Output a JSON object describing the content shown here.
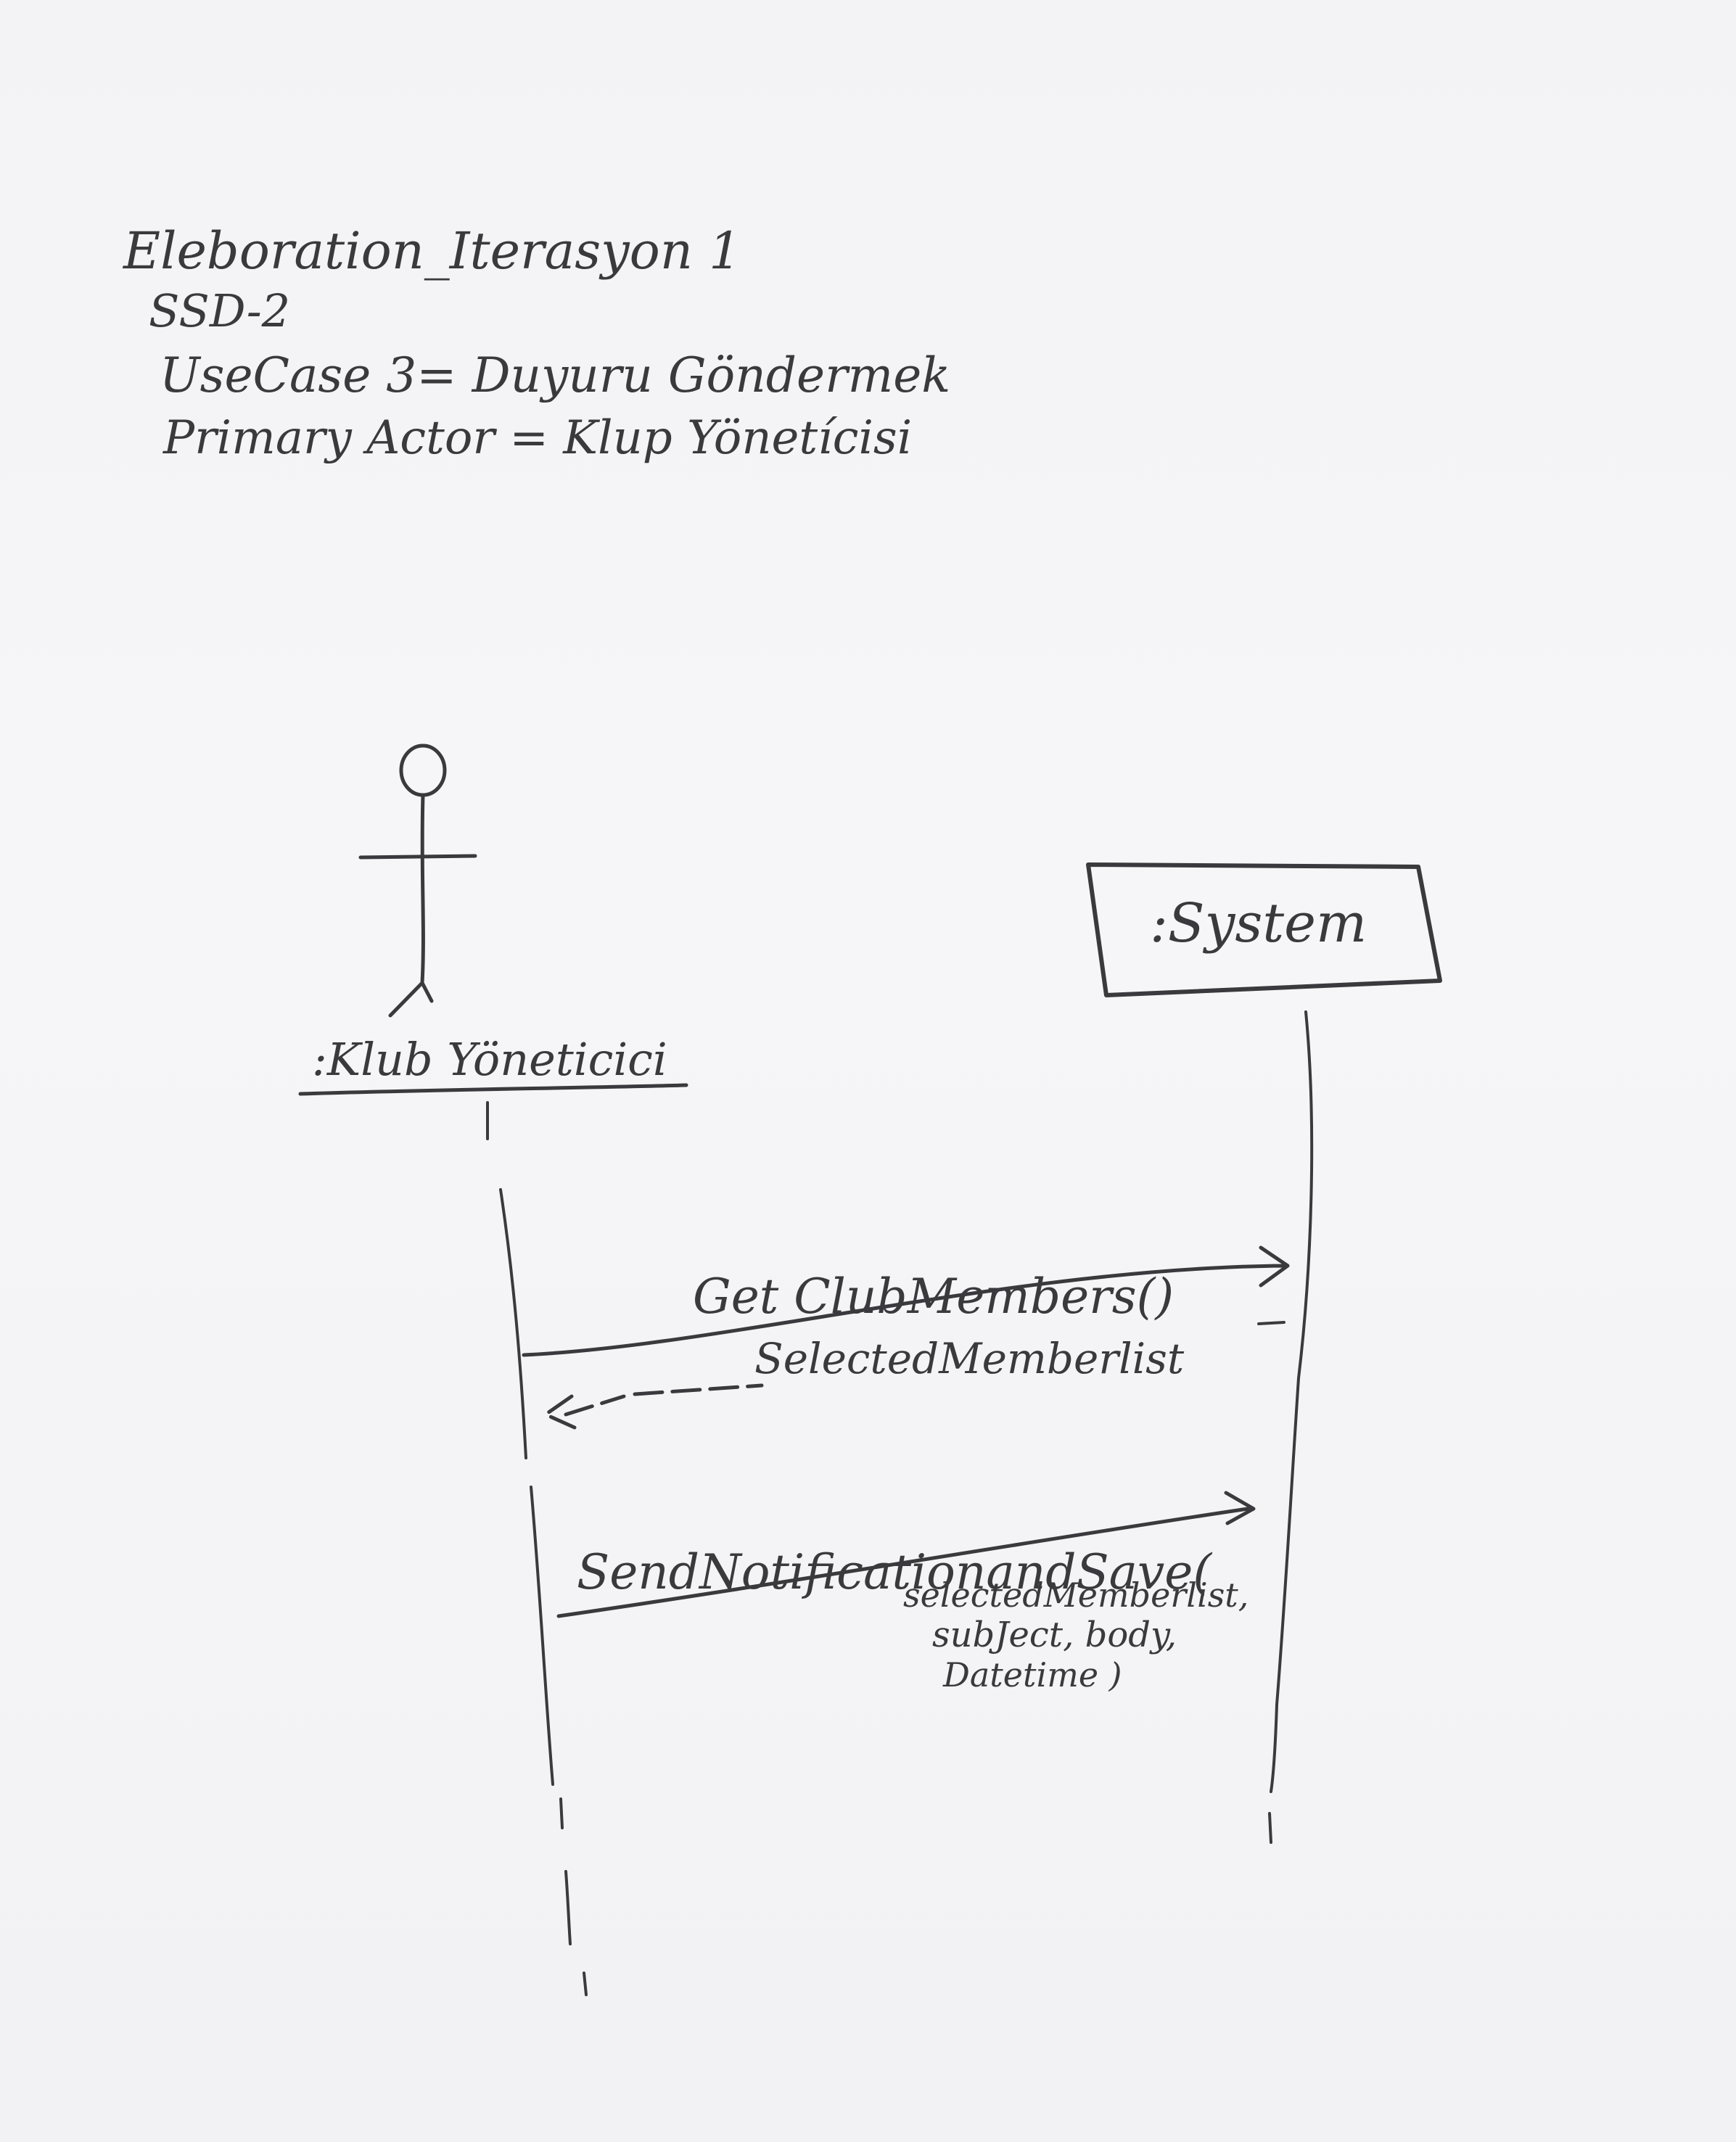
{
  "header": {
    "line1": "Eleboration_Iterasyon 1",
    "line2": "SSD-2",
    "line3": "UseCase 3= Duyuru Göndermek",
    "line4": "Primary Actor = Klup Yönetícisi"
  },
  "actor": {
    "label": ":Klub Yöneticici"
  },
  "system": {
    "label": ":System"
  },
  "messages": [
    {
      "label": "Get ClubMembers()"
    },
    {
      "label": "SelectedMemberlist"
    },
    {
      "label": "SendNotificationandSave("
    },
    {
      "label": "selectedMemberlist,"
    },
    {
      "label": "subJect, body,"
    },
    {
      "label": "Datetime )"
    }
  ],
  "colors": {
    "ink": "#3a3a3e",
    "paper": "#f4f4f6"
  }
}
